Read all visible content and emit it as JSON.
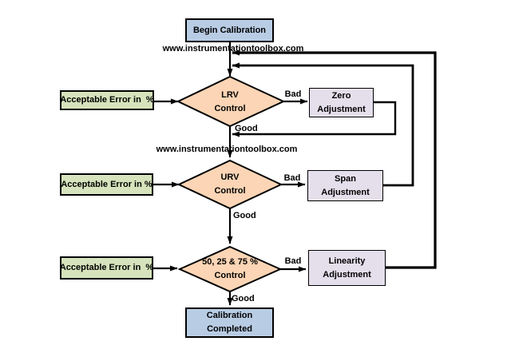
{
  "title": "Calibration flowchart",
  "watermarks": {
    "top": "www.instrumentationtoolbox.com",
    "middle": "www.instrumentationtoolbox.com"
  },
  "colors": {
    "terminator_blue": "#b8cce4",
    "decision_peach": "#fbd5b5",
    "input_green": "#d6e3bc",
    "adjustment_lavender": "#e5dfec",
    "line_black": "#000000",
    "text_black": "#000000"
  },
  "nodes": {
    "begin": {
      "label": "Begin Calibration"
    },
    "lrv": {
      "line1": "LRV",
      "line2": "Control"
    },
    "urv": {
      "line1": "URV",
      "line2": "Control"
    },
    "linearity_check": {
      "line1": "50, 25 & 75 %",
      "line2": "Control"
    },
    "acceptable_error_1": {
      "label": "Acceptable Error in  %"
    },
    "acceptable_error_2": {
      "label": "Acceptable Error in %"
    },
    "acceptable_error_3": {
      "label": "Acceptable Error in  %"
    },
    "zero_adjustment": {
      "line1": "Zero",
      "line2": "Adjustment"
    },
    "span_adjustment": {
      "line1": "Span",
      "line2": "Adjustment"
    },
    "linearity_adjustment": {
      "line1": "Linearity",
      "line2": "Adjustment"
    },
    "complete": {
      "line1": "Calibration",
      "line2": "Completed"
    }
  },
  "edge_labels": {
    "lrv_bad": "Bad",
    "lrv_good": "Good",
    "urv_bad": "Bad",
    "urv_good": "Good",
    "linearity_bad": "Bad",
    "linearity_good": "Good"
  }
}
